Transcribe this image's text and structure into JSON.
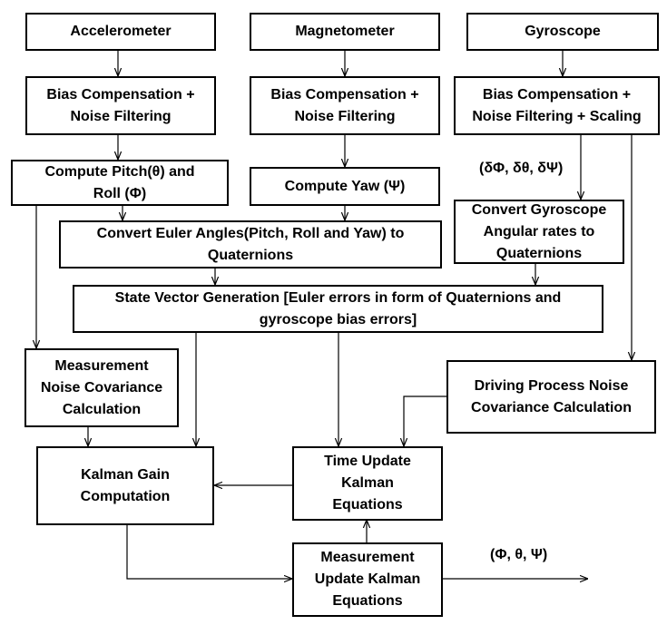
{
  "nodes": {
    "accelerometer": "Accelerometer",
    "magnetometer": "Magnetometer",
    "gyroscope": "Gyroscope",
    "bias_accel": "Bias Compensation +\nNoise Filtering",
    "bias_mag": "Bias Compensation +\nNoise Filtering",
    "bias_gyro": "Bias Compensation +\nNoise Filtering + Scaling",
    "compute_pitch_roll": "Compute Pitch(θ) and\nRoll (Φ)",
    "compute_yaw": "Compute Yaw (Ψ)",
    "convert_euler": "Convert Euler Angles(Pitch, Roll and Yaw) to\nQuaternions",
    "convert_gyro": "Convert Gyroscope\nAngular rates to\nQuaternions",
    "state_vector": "State Vector Generation  [Euler errors in form of Quaternions and\ngyroscope bias errors]",
    "measurement_noise": "Measurement\nNoise Covariance\nCalculation",
    "driving_noise": "Driving Process  Noise\nCovariance Calculation",
    "kalman_gain": "Kalman Gain\nComputation",
    "time_update": "Time Update\nKalman\nEquations",
    "measurement_update": "Measurement\nUpdate Kalman\nEquations"
  },
  "labels": {
    "gyro_rates": "(δΦ, δθ, δΨ)",
    "output": "(Φ, θ, Ψ)"
  }
}
